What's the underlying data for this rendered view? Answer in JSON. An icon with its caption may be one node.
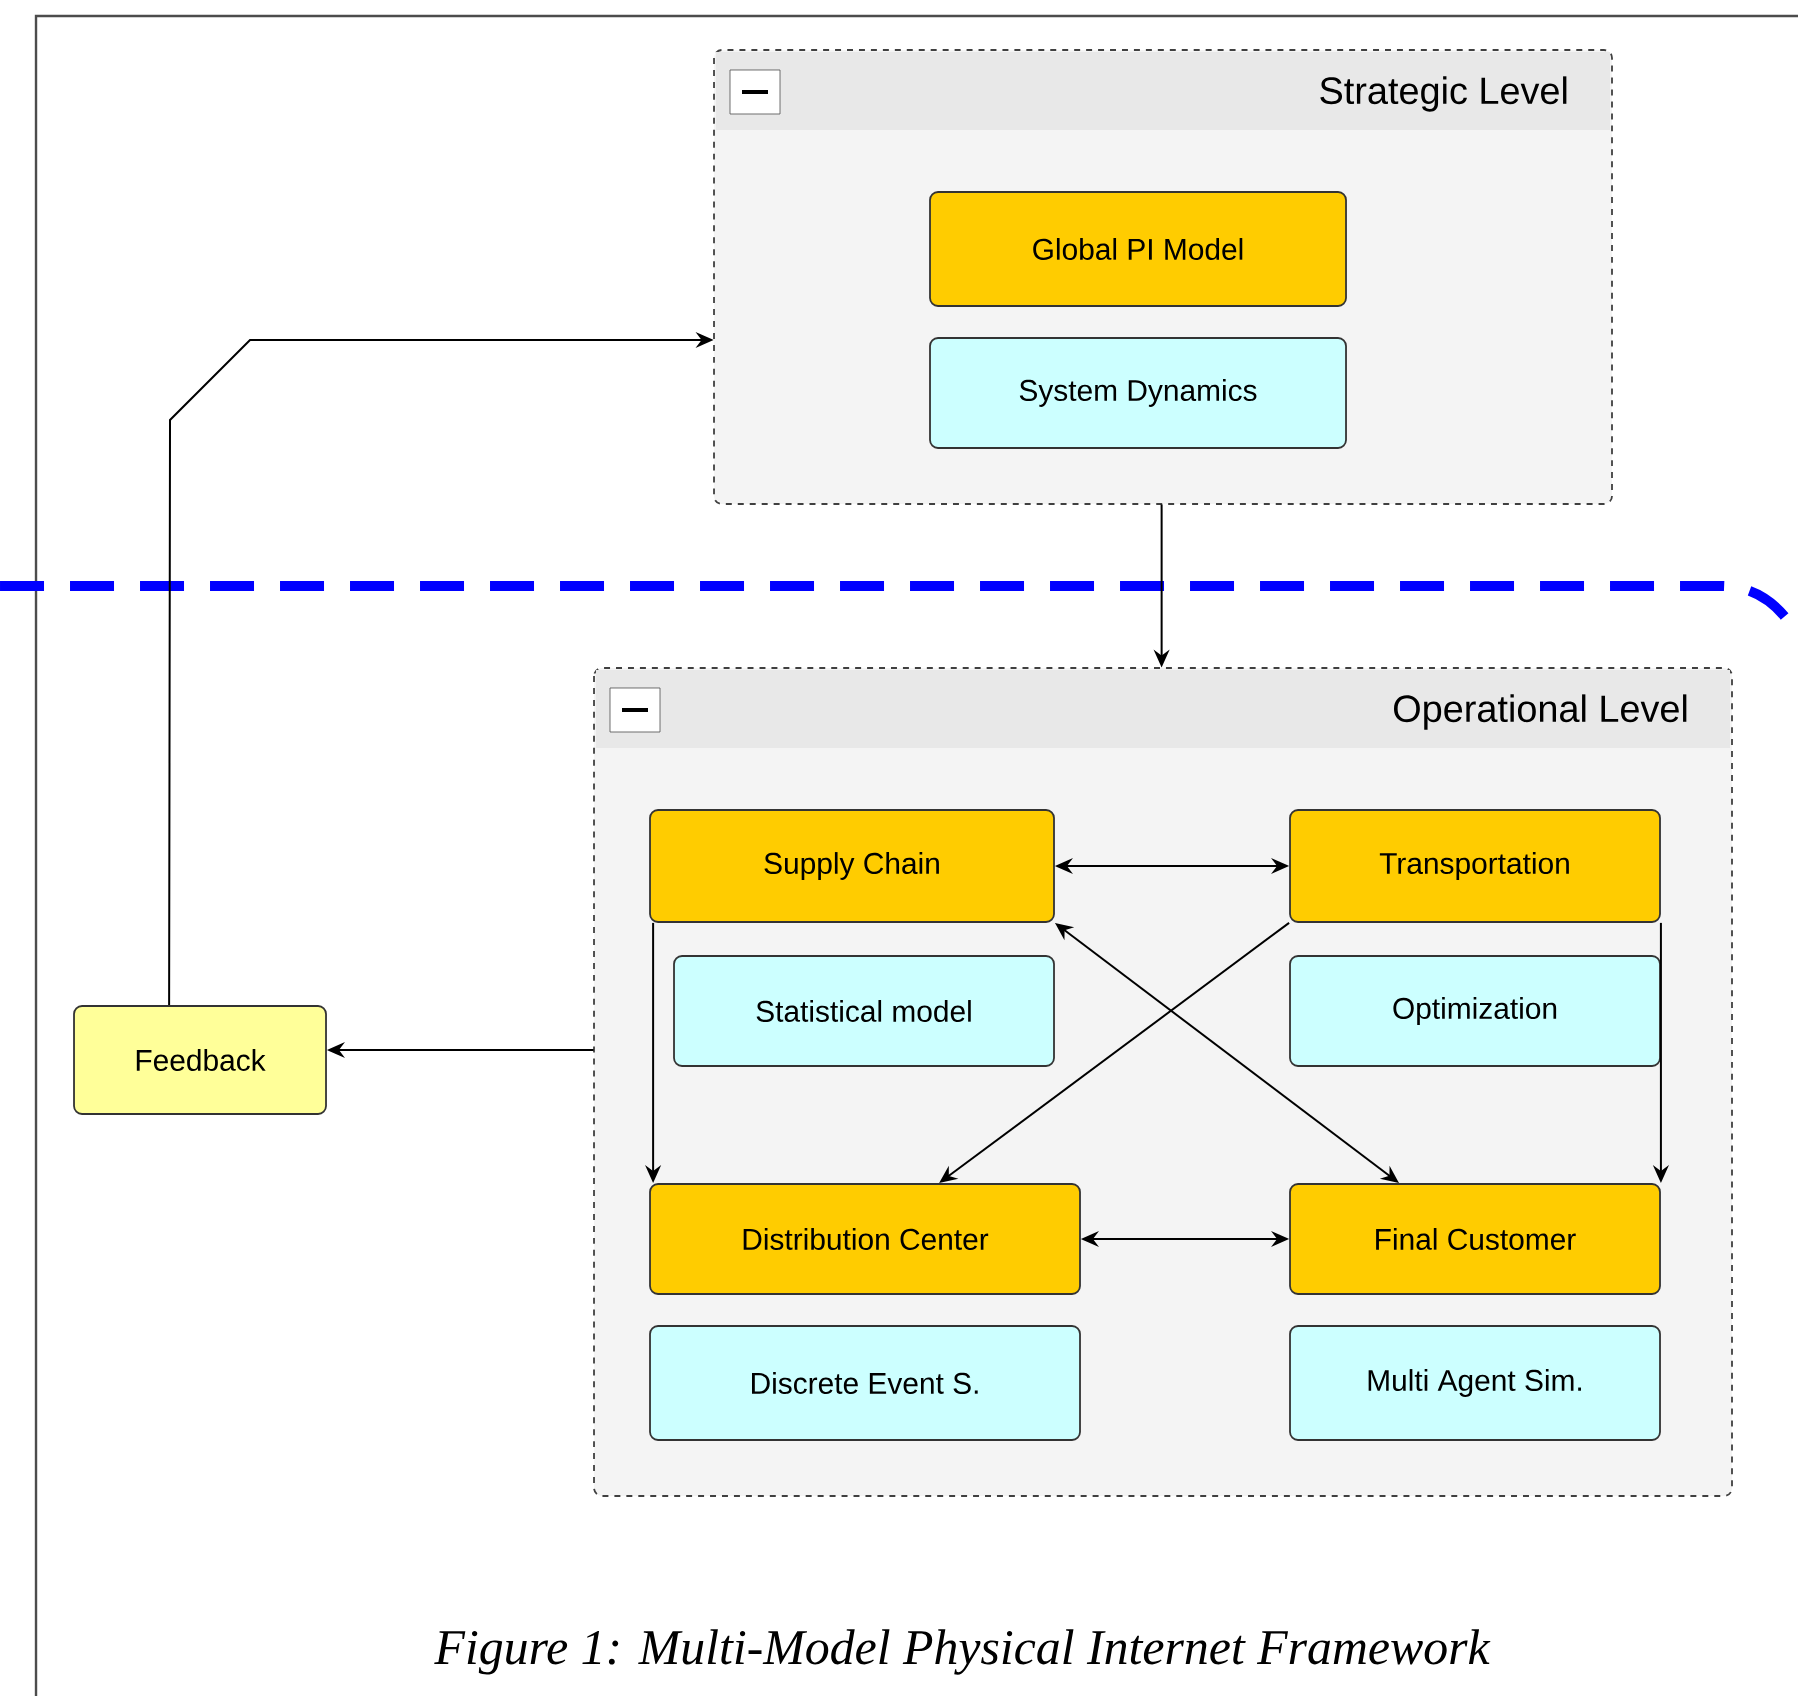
{
  "diagram": {
    "caption": "Figure 1: Multi-Model Physical Internet Framework",
    "nodes": [
      {
        "text": [
          "Strategic Level"
        ]
      },
      {
        "text": [
          "Global PI Model"
        ],
        "in": 0
      },
      {
        "text": [
          "System Dynamics"
        ],
        "in": 0
      },
      {
        "text": [
          "Operational Level"
        ]
      },
      {
        "text": [
          "Supply Chain"
        ],
        "in": 3
      },
      {
        "text": [
          "Transportation"
        ],
        "in": 3
      },
      {
        "text": [
          "Statistical model"
        ],
        "in": 3
      },
      {
        "text": [
          "Optimization"
        ],
        "in": 3
      },
      {
        "text": [
          "Distribution Center"
        ],
        "in": 3
      },
      {
        "text": [
          "Final Customer"
        ],
        "in": 3
      },
      {
        "text": [
          "Discrete Event S."
        ],
        "in": 3
      },
      {
        "text": [
          "Multi Agent Sim."
        ],
        "in": 3
      },
      {
        "text": [
          "Feedback"
        ]
      }
    ],
    "edges": [
      {
        "from": 0,
        "to": 3,
        "arrow": "to"
      },
      {
        "from": 4,
        "to": 5,
        "arrow": "both"
      },
      {
        "from": 4,
        "to": 8,
        "arrow": "to"
      },
      {
        "from": 5,
        "to": 9,
        "arrow": "to"
      },
      {
        "from": 5,
        "to": 8,
        "arrow": "to"
      },
      {
        "from": 4,
        "to": 9,
        "arrow": "both"
      },
      {
        "from": 8,
        "to": 9,
        "arrow": "both"
      },
      {
        "from": 3,
        "to": 12,
        "arrow": "to"
      },
      {
        "from": 12,
        "to": 0,
        "arrow": "to"
      }
    ]
  }
}
